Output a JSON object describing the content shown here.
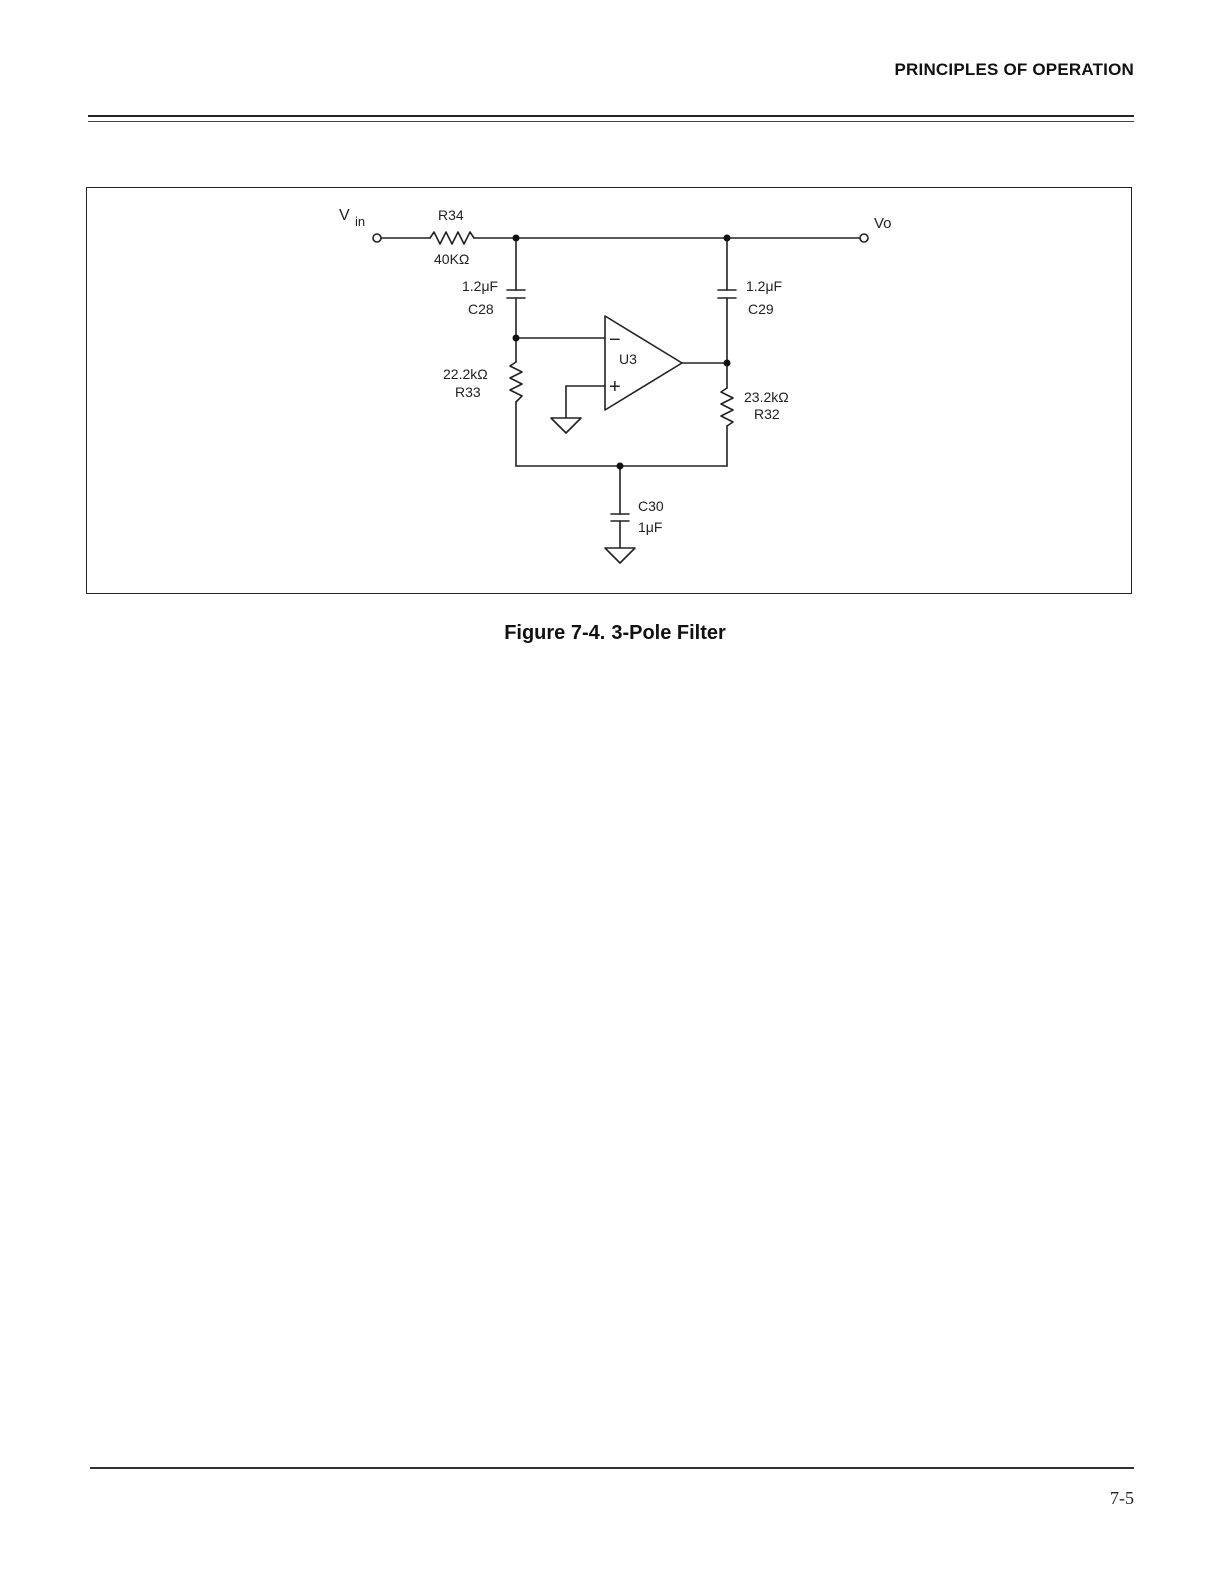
{
  "header": {
    "section_title": "PRINCIPLES OF OPERATION"
  },
  "figure": {
    "number": "Figure 7-4.",
    "title": "3-Pole Filter",
    "labels": {
      "vin_v": "V",
      "vin_sub": "in",
      "vo": "Vo",
      "r34_name": "R34",
      "r34_value": "40KΩ",
      "c28_value": "1.2μF",
      "c28_name": "C28",
      "c29_value": "1.2μF",
      "c29_name": "C29",
      "u3_name": "U3",
      "opamp_minus": "−",
      "opamp_plus": "+",
      "r33_value": "22.2kΩ",
      "r33_name": "R33",
      "r32_value": "23.2kΩ",
      "r32_name": "R32",
      "c30_name": "C30",
      "c30_value": "1μF"
    }
  },
  "footer": {
    "page_number": "7-5"
  }
}
